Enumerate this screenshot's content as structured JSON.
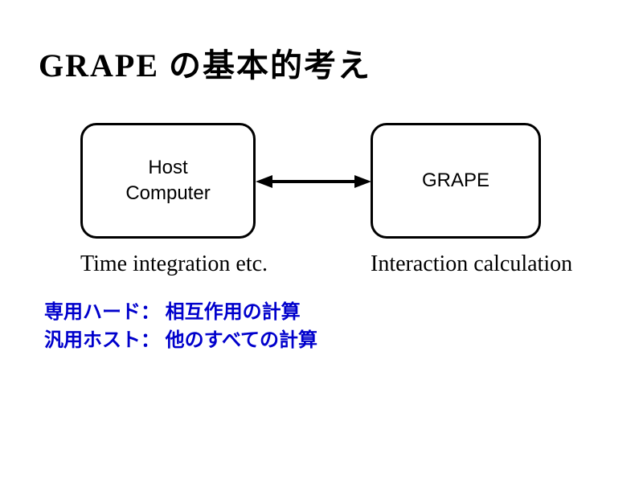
{
  "slide": {
    "title": "GRAPE の基本的考え",
    "diagram": {
      "host_box": {
        "label_line1": "Host",
        "label_line2": "Computer",
        "caption": "Time integration etc."
      },
      "grape_box": {
        "label": "GRAPE",
        "caption": "Interaction calculation"
      },
      "connector": "bidirectional-arrow"
    },
    "notes": {
      "line1": "専用ハード： 相互作用の計算",
      "line2": "汎用ホスト： 他のすべての計算"
    },
    "colors": {
      "ink": "#000000",
      "note_blue": "#0000CC",
      "background": "#FFFFFF"
    }
  }
}
